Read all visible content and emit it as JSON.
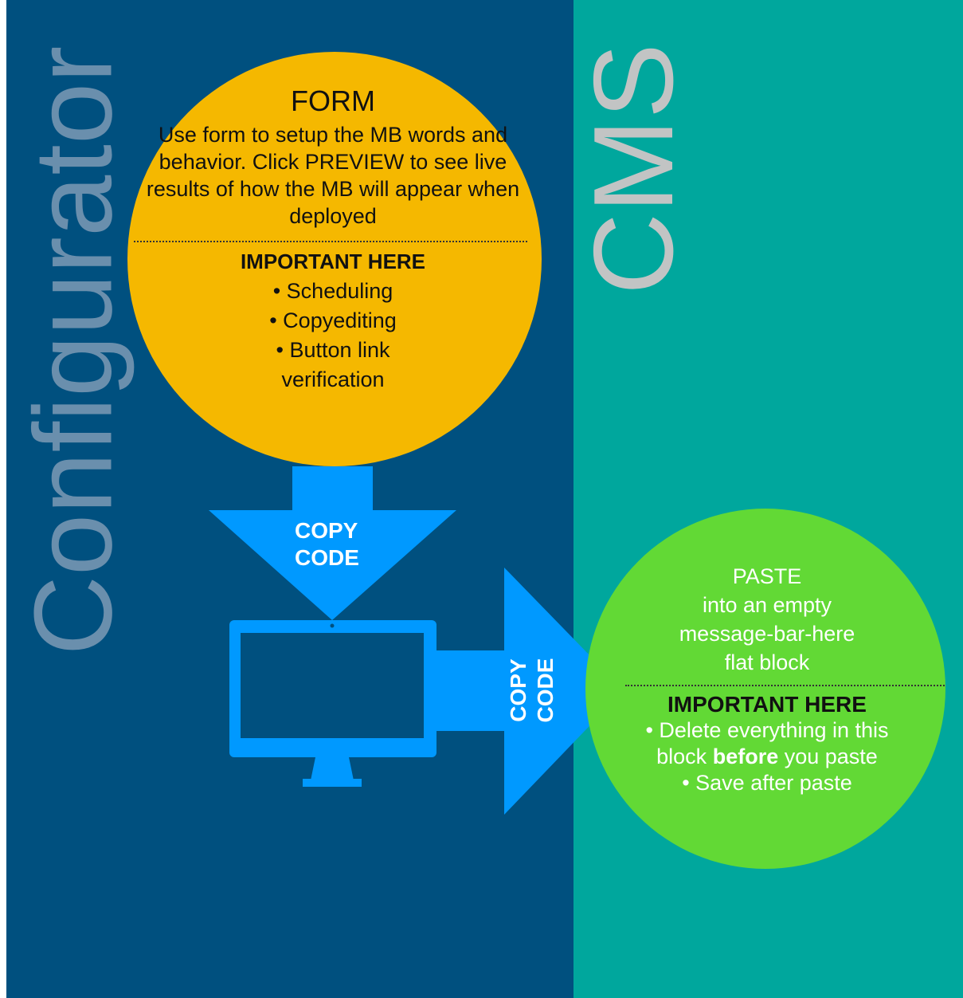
{
  "left_panel": {
    "title": "Configurator"
  },
  "right_panel": {
    "title": "CMS"
  },
  "form": {
    "heading": "FORM",
    "description": "Use form to setup the MB words and behavior. Click PREVIEW to see live results of how the MB will appear when deployed",
    "important_heading": "IMPORTANT HERE",
    "items": [
      "• Scheduling",
      "• Copyediting",
      "• Button link",
      "verification"
    ]
  },
  "arrow_down": {
    "line1": "COPY",
    "line2": "CODE"
  },
  "arrow_right": {
    "line1": "COPY",
    "line2": "CODE"
  },
  "paste": {
    "heading": "PASTE",
    "line1": "into an empty",
    "line2": "message-bar-here",
    "line3": "flat block",
    "important_heading": "IMPORTANT HERE",
    "item1": "•  Delete everything in this",
    "item2_pre": "block ",
    "item2_bold": "before",
    "item2_post": " you paste",
    "item3": "• Save after paste"
  },
  "colors": {
    "left_panel": "#00507f",
    "right_panel": "#00a79d",
    "form_circle": "#f5b800",
    "paste_circle": "#62d935",
    "arrow": "#0099ff"
  }
}
